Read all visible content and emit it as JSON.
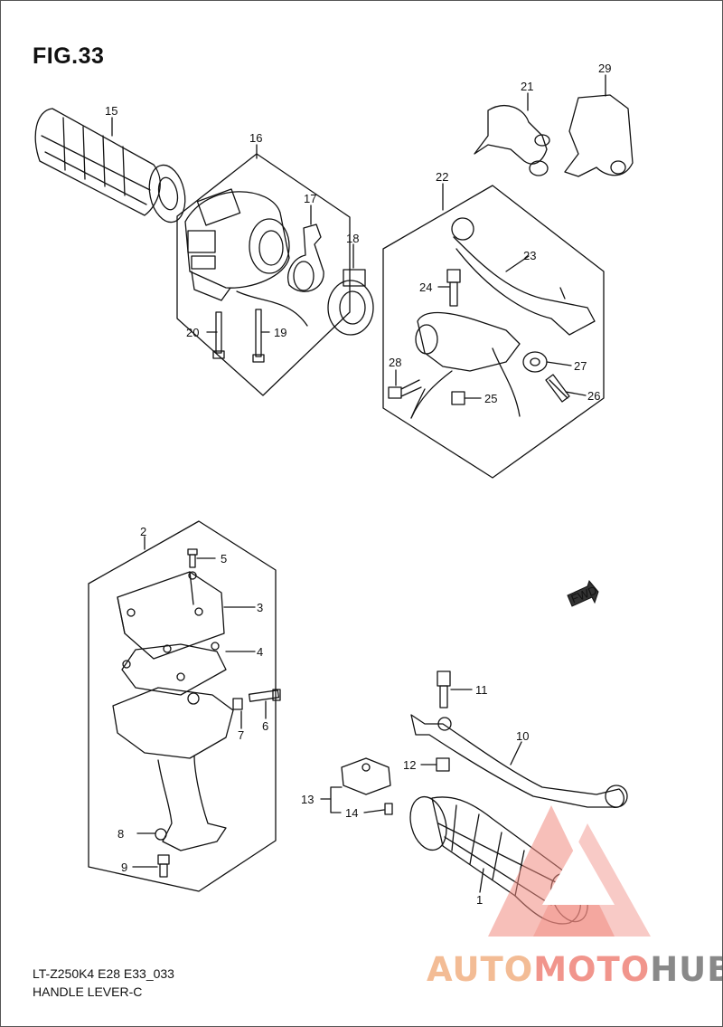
{
  "figure": {
    "title": "FIG.33"
  },
  "footer": {
    "model_code": "LT-Z250K4 E28 E33_033",
    "caption": "HANDLE LEVER-C"
  },
  "direction_badge": {
    "label": "FWD"
  },
  "watermark": {
    "part1": "AUTO",
    "part2": "MOTO",
    "part3": "HUB"
  },
  "colors": {
    "line": "#111111",
    "watermark_orange": "#f2b58a",
    "watermark_red": "#f08a80",
    "watermark_gray": "#7d7d7d"
  },
  "callouts": [
    {
      "label": "1",
      "part": "grip-lower"
    },
    {
      "label": "2",
      "part": "master-cylinder-assembly"
    },
    {
      "label": "3",
      "part": "reservoir-cap"
    },
    {
      "label": "4",
      "part": "diaphragm"
    },
    {
      "label": "5",
      "part": "cap-screw"
    },
    {
      "label": "6",
      "part": "pivot-bolt"
    },
    {
      "label": "7",
      "part": "nut"
    },
    {
      "label": "8",
      "part": "clamp"
    },
    {
      "label": "9",
      "part": "clamp-bolt"
    },
    {
      "label": "10",
      "part": "brake-lever"
    },
    {
      "label": "11",
      "part": "lever-bolt"
    },
    {
      "label": "12",
      "part": "lever-nut"
    },
    {
      "label": "13",
      "part": "brake-switch"
    },
    {
      "label": "14",
      "part": "switch-screw"
    },
    {
      "label": "15",
      "part": "grip-upper"
    },
    {
      "label": "16",
      "part": "handlebar-switch"
    },
    {
      "label": "17",
      "part": "switch-clamp"
    },
    {
      "label": "18",
      "part": "throttle-collar"
    },
    {
      "label": "19",
      "part": "switch-screw-long"
    },
    {
      "label": "20",
      "part": "switch-screw-short"
    },
    {
      "label": "21",
      "part": "parking-lock"
    },
    {
      "label": "22",
      "part": "clutch-lever-assembly"
    },
    {
      "label": "23",
      "part": "clutch-lever"
    },
    {
      "label": "24",
      "part": "clutch-lever-bolt"
    },
    {
      "label": "25",
      "part": "clutch-nut"
    },
    {
      "label": "26",
      "part": "adjuster-bolt"
    },
    {
      "label": "27",
      "part": "adjuster-nut"
    },
    {
      "label": "28",
      "part": "clamp-screw"
    },
    {
      "label": "29",
      "part": "lever-cover"
    }
  ]
}
